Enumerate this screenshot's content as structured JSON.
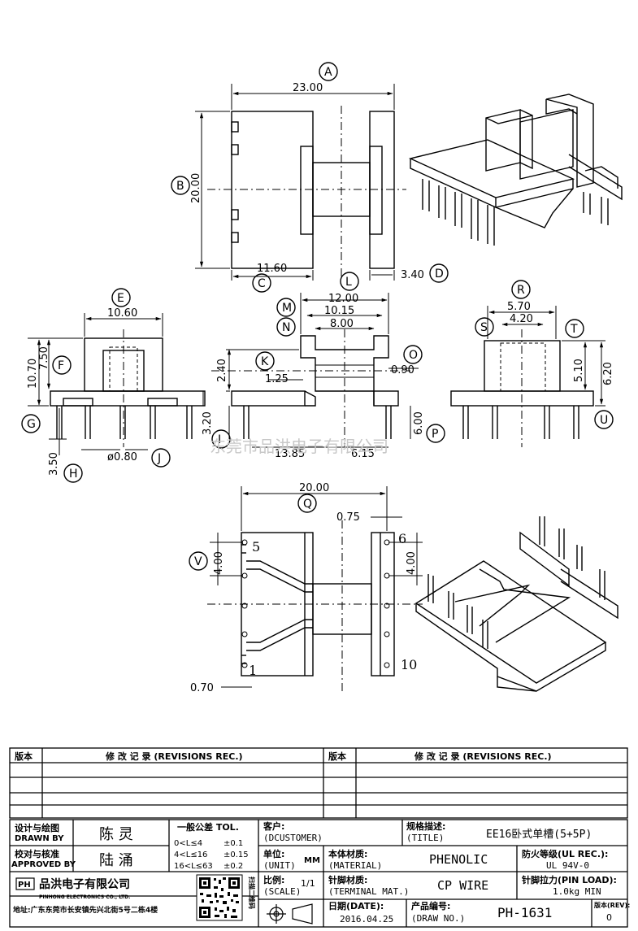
{
  "drawing": {
    "top_view": {
      "dims": {
        "A": "23.00",
        "B": "20.00",
        "C": "11.60",
        "D": "3.40"
      },
      "letters": {
        "A": "A",
        "B": "B",
        "C": "C",
        "D": "D"
      }
    },
    "front_view": {
      "dims": {
        "E": "10.60",
        "F": "7.50",
        "F_total": "10.70",
        "G_unused": "",
        "J": "ø0.80",
        "H": "3.50"
      },
      "letters": {
        "E": "E",
        "F": "F",
        "G": "G",
        "H": "H",
        "J": "J"
      }
    },
    "side_view": {
      "dims": {
        "L": "12.00",
        "M": "10.15",
        "N": "8.00",
        "K": "2.40",
        "K_b": "1.25",
        "O": "0.90",
        "I": "3.20",
        "P": "6.00",
        "left_run": "13.85",
        "right_run": "6.15"
      },
      "letters": {
        "K": "K",
        "L": "L",
        "M": "M",
        "N": "N",
        "O": "O",
        "I": "I",
        "P": "P"
      }
    },
    "end_view": {
      "dims": {
        "R": "5.70",
        "S": "4.20",
        "T": "5.10",
        "U": "6.20"
      },
      "letters": {
        "R": "R",
        "S": "S",
        "T": "T",
        "U": "U"
      }
    },
    "bottom_view": {
      "dims": {
        "Q": "20.00",
        "V": "4.00",
        "W": "4.00",
        "X": "0.75",
        "Y": "0.70"
      },
      "letters": {
        "Q": "Q",
        "V": "V"
      },
      "pins": {
        "p5": "5",
        "p1": "1",
        "p6": "6",
        "p10": "10"
      }
    },
    "watermark": "东莞市品洪电子有限公司"
  },
  "revisions": {
    "col_left": "版本",
    "col_left_desc": "修 改 记 录 (REVISIONS REC.)",
    "col_right": "版本",
    "col_right_desc": "修 改 记 录 (REVISIONS REC.)"
  },
  "title_block": {
    "designed_by_label": "设计与绘图",
    "designed_by_en": "DRAWN BY",
    "designer": "陈 灵",
    "approved_by_label": "校对与核准",
    "approved_by_en": "APPROVED BY",
    "approver": "陆 涌",
    "tolerance_title": "一般公差 TOL.",
    "tol_rows": [
      {
        "range": "0<L≤4",
        "tol": "±0.1"
      },
      {
        "range": "4<L≤16",
        "tol": "±0.15"
      },
      {
        "range": "16<L≤63",
        "tol": "±0.2"
      }
    ],
    "customer_label": "客户:",
    "customer_en": "(DCUSTOMER)",
    "unit_label": "单位:",
    "unit_en": "(UNIT)",
    "unit_value": "MM",
    "scale_label": "比例:",
    "scale_en": "(SCALE)",
    "scale_value": "1/1",
    "title_label": "规格描述:",
    "title_en": "(TITLE)",
    "title_value": "EE16卧式单槽(5+5P)",
    "material_label": "本体材质:",
    "material_en": "(MATERIAL)",
    "material_value": "PHENOLIC",
    "fire_label": "防火等级(UL REC.):",
    "fire_value": "UL 94V-0",
    "terminal_label": "针脚材质:",
    "terminal_en": "(TERMINAL MAT.)",
    "terminal_value": "CP WIRE",
    "pinload_label": "针脚拉力(PIN LOAD):",
    "pinload_value": "1.0kg MIN",
    "date_label": "日期(DATE):",
    "date_value": "2016.04.25",
    "drawno_label": "产品编号:",
    "drawno_en": "(DRAW NO.)",
    "drawno_value": "PH-1631",
    "rev_label": "版本(REV):",
    "rev_value": "0",
    "company_logo": "PH",
    "company_name": "品洪电子有限公司",
    "company_en": "PINHONG ELECTRONICS CO., LTD.",
    "company_addr": "地址:广东东莞市长安镇先兴北街5号二栋4楼",
    "qr_caption": "扫描二维码"
  }
}
